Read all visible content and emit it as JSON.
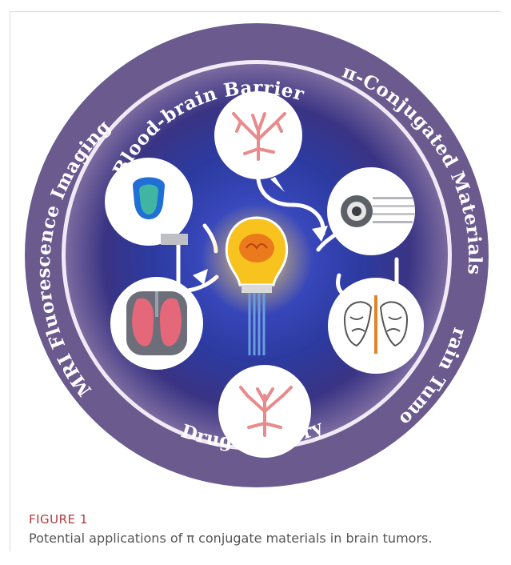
{
  "figure": {
    "ring_labels": {
      "top": "Blood-brain Barrier",
      "top_right": "π-Conjugated Materials",
      "right": "Brain Tumor",
      "bottom": "Drug Delivery",
      "left": "MRI Fluorescence Imaging"
    },
    "colors": {
      "ring": "#6b5a8e",
      "inner_field": "#2f3ea0",
      "panel": "#ffffff",
      "vessel": "#e98a8c",
      "bulb": "#f4c21a"
    },
    "icons": [
      "vessel-branch-icon",
      "mri-scanner-icon",
      "fluorescence-probe-icon",
      "lung-organ-icon",
      "brain-tumor-icon",
      "lightbulb-brain-icon"
    ]
  },
  "caption": {
    "label": "FIGURE 1",
    "text": "Potential applications of π conjugate materials in brain tumors."
  }
}
